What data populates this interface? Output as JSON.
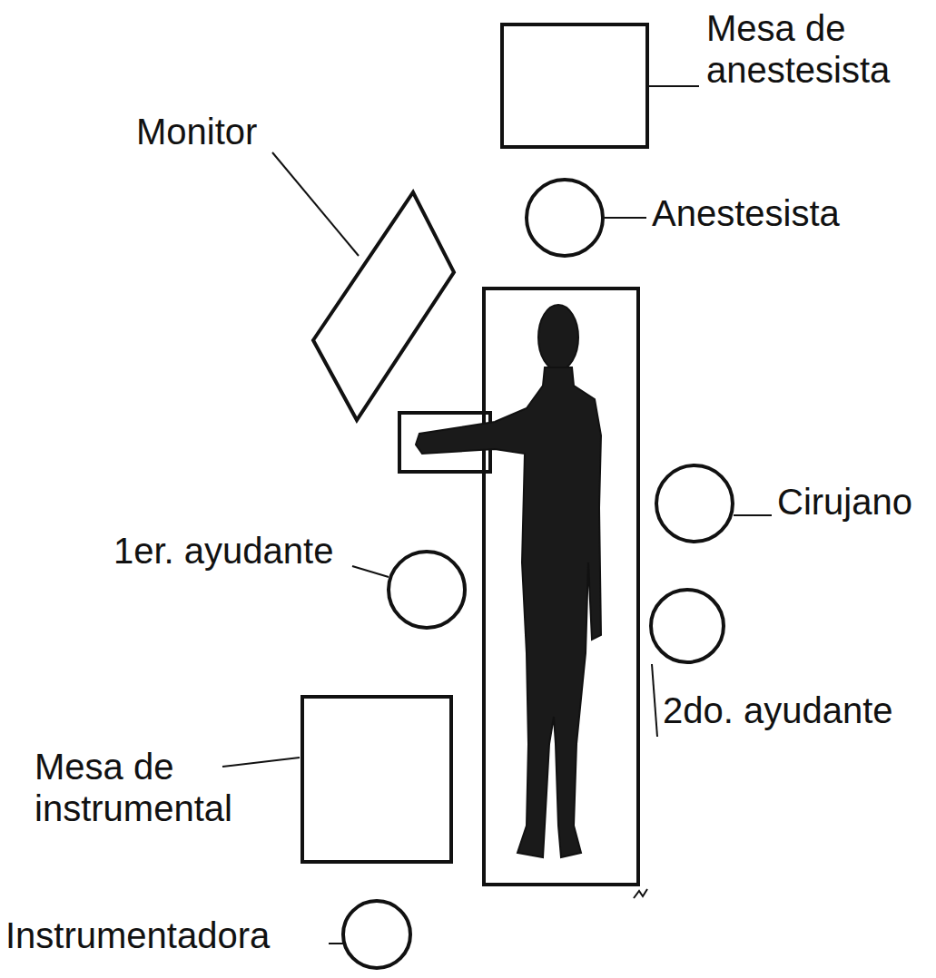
{
  "diagram": {
    "labels": [
      "Mesa de anestesista",
      "Anestesista",
      "Monitor",
      "Cirujano",
      "1er. ayudante",
      "2do. ayudante",
      "Mesa de instrumental",
      "Instrumentadora"
    ]
  }
}
